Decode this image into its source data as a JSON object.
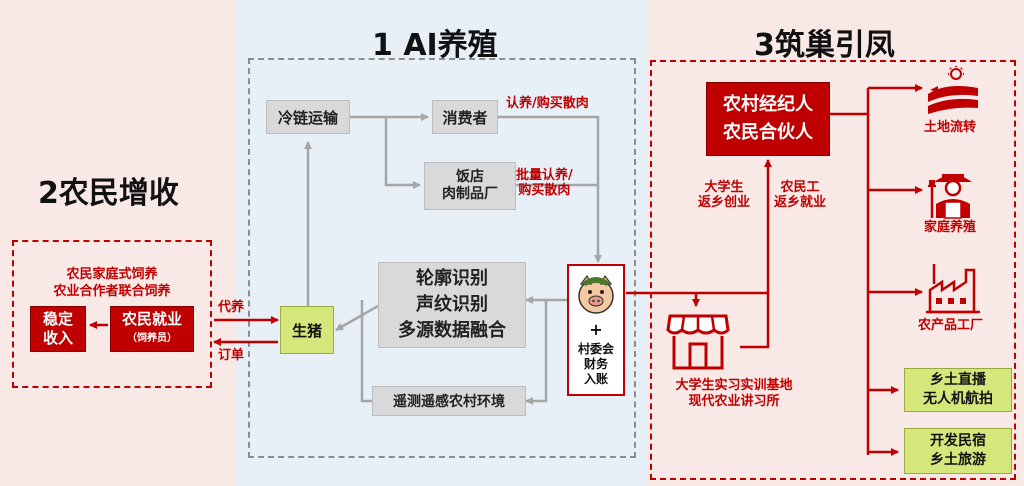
{
  "sections": {
    "ai_breeding": {
      "title": "1 AI养殖"
    },
    "farmer_income": {
      "title": "2农民增收"
    },
    "attract_talent": {
      "title": "3筑巢引凤"
    }
  },
  "ai_breeding": {
    "cold_chain": "冷链运输",
    "consumer": "消费者",
    "consumer_label": "认养/购买散肉",
    "restaurant_line1": "饭店",
    "restaurant_line2": "肉制品厂",
    "restaurant_label_line1": "批量认养/",
    "restaurant_label_line2": "购买散肉",
    "recognition_line1": "轮廓识别",
    "recognition_line2": "声纹识别",
    "recognition_line3": "多源数据融合",
    "remote_sensing": "遥测遥感农村环境",
    "live_pig": "生猪",
    "village_plus": "+",
    "village_line1": "村委会",
    "village_line2": "财务",
    "village_line3": "入账"
  },
  "farmer_income": {
    "mode_line1": "农民家庭式饲养",
    "mode_line2": "农业合作者联合饲养",
    "stable_line1": "稳定",
    "stable_line2": "收入",
    "employment_line1": "农民就业",
    "employment_line2": "（饲养员）",
    "raise_label": "代养",
    "order_label": "订单"
  },
  "attract_talent": {
    "broker_line1": "农村经纪人",
    "broker_line2": "农民合伙人",
    "student_line1": "大学生",
    "student_line2": "返乡创业",
    "worker_line1": "农民工",
    "worker_line2": "返乡就业",
    "base_line1": "大学生实习实训基地",
    "base_line2": "现代农业讲习所",
    "land": "土地流转",
    "family": "家庭养殖",
    "factory": "农产品工厂",
    "livestream_line1": "乡土直播",
    "livestream_line2": "无人机航拍",
    "homestay_line1": "开发民宿",
    "homestay_line2": "乡土旅游"
  },
  "colors": {
    "red": "#c00000",
    "gray": "#a6a6a6",
    "yellow_green": "#d5e67a",
    "left_bg": "#f9e9e6",
    "middle_bg": "#e7eff7",
    "right_bg": "#f9e9e6"
  },
  "icons": [
    "pig-mascot-icon",
    "shop-icon",
    "farmland-icon",
    "farmer-icon",
    "factory-icon"
  ]
}
